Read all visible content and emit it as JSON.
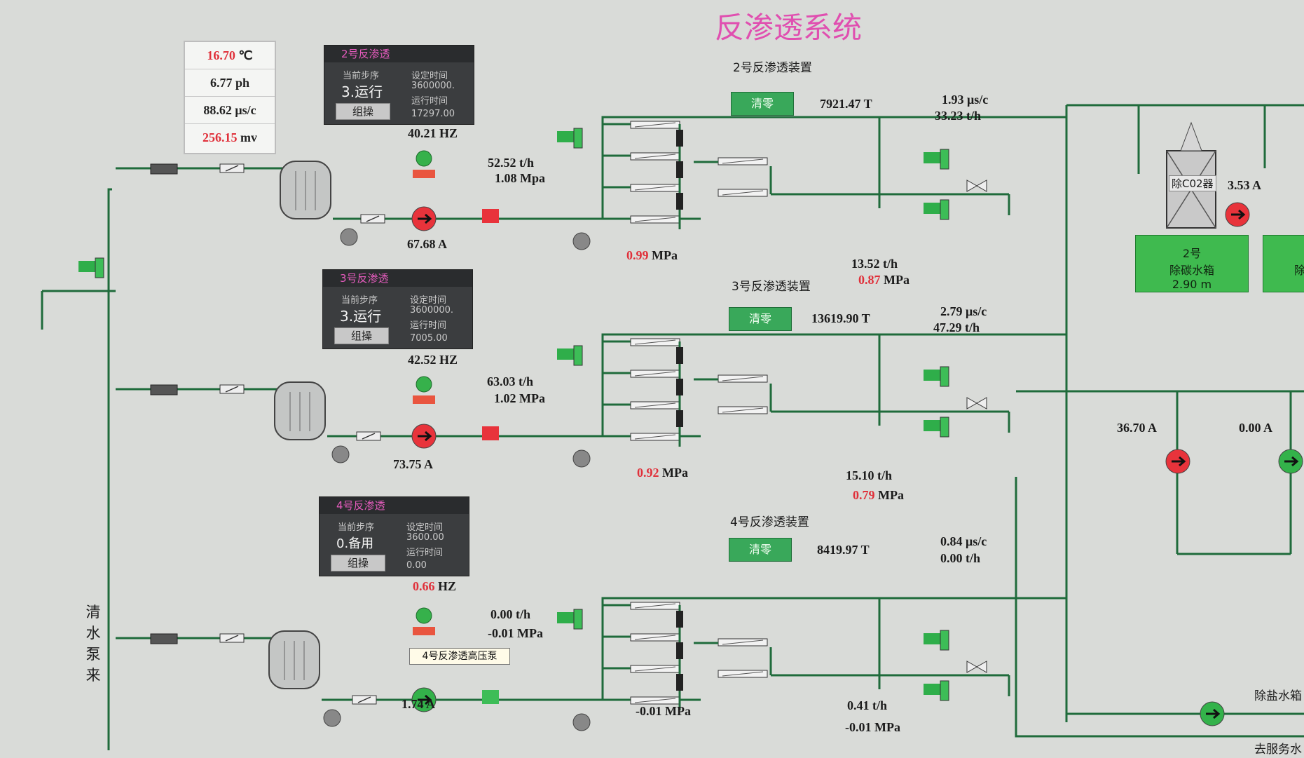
{
  "title": "反渗透系统",
  "sensor": {
    "temp": "16.70",
    "temp_unit": "℃",
    "ph": "6.77 ph",
    "cond": "88.62 μs/c",
    "orp": "256.15",
    "orp_unit": "mv"
  },
  "panel_labels": {
    "step": "当前步序",
    "set_time": "设定时间",
    "run_time": "运行时间",
    "op_button": "组操"
  },
  "units": [
    {
      "panel_title": "2号反渗透",
      "step_value": "3.运行",
      "set_value": "3600000.",
      "run_value": "17297.00",
      "freq_value": "40.21",
      "freq_unit": "HZ",
      "freq_red": false,
      "flow_in": "52.52 t/h",
      "pressure_in": "1.08 Mpa",
      "current": "67.68 A",
      "device_label": "2号反渗透装置",
      "clear_button": "清零",
      "total": "7921.47 T",
      "product_cond": "1.93 μs/c",
      "product_flow": "33.23 t/h",
      "membrane_pressure": "0.99",
      "membrane_pressure_unit": "MPa",
      "conc_flow": "13.52 t/h",
      "conc_pressure": "0.87",
      "conc_pressure_unit": "MPa"
    },
    {
      "panel_title": "3号反渗透",
      "step_value": "3.运行",
      "set_value": "3600000.",
      "run_value": "7005.00",
      "freq_value": "42.52",
      "freq_unit": "HZ",
      "freq_red": false,
      "flow_in": "63.03 t/h",
      "pressure_in": "1.02 MPa",
      "current": "73.75 A",
      "device_label": "3号反渗透装置",
      "clear_button": "清零",
      "total": "13619.90 T",
      "product_cond": "2.79 μs/c",
      "product_flow": "47.29 t/h",
      "membrane_pressure": "0.92",
      "membrane_pressure_unit": "MPa",
      "conc_flow": "15.10 t/h",
      "conc_pressure": "0.79",
      "conc_pressure_unit": "MPa"
    },
    {
      "panel_title": "4号反渗透",
      "step_value": "0.备用",
      "set_value": "3600.00",
      "run_value": "0.00",
      "freq_value": "0.66",
      "freq_unit": "HZ",
      "freq_red": true,
      "flow_in": "0.00 t/h",
      "pressure_in": "-0.01 MPa",
      "current": "1.74 A",
      "device_label": "4号反渗透装置",
      "clear_button": "清零",
      "total": "8419.97 T",
      "product_cond": "0.84 μs/c",
      "product_flow": "0.00 t/h",
      "membrane_pressure": "-0.01",
      "membrane_pressure_unit": "MPa",
      "conc_flow": "0.41 t/h",
      "conc_pressure": "-0.01",
      "conc_pressure_unit": "MPa"
    }
  ],
  "right": {
    "decarb_label": "除C02器",
    "decarb_current": "3.53 A",
    "tank_title": "2号",
    "tank_name": "除碳水箱",
    "tank_level": "2.90 m",
    "tank_next": "除",
    "pump_current_1": "36.70 A",
    "pump_current_2": "0.00 A",
    "desalt_tank": "除盐水箱",
    "to_service": "去服务水"
  },
  "feed_label": "清水泵来",
  "tooltip": "4号反渗透高压泵",
  "colors": {
    "pipe": "#1f6b3b",
    "valve_green": "#2fae4a",
    "pump_red": "#e8333b",
    "pump_green": "#33b24a",
    "accent_pink": "#e04fb0"
  }
}
